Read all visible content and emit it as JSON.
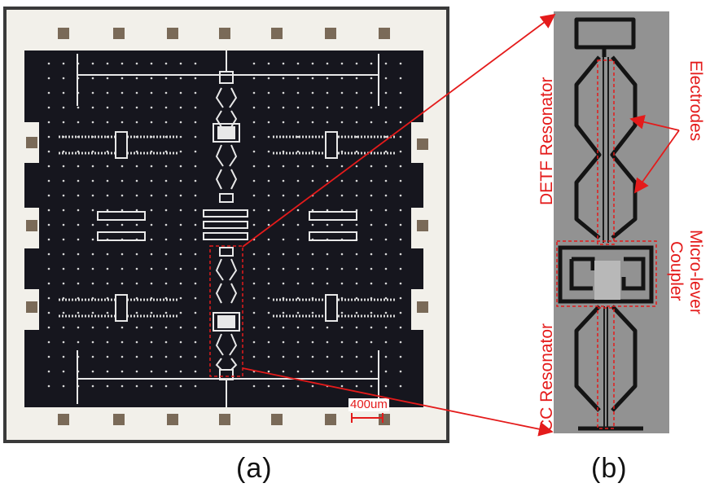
{
  "panel_a": {
    "caption": "(a)",
    "scale_bar_label": "400um"
  },
  "panel_b": {
    "caption": "(b)",
    "labels": {
      "detf": "DETF Resonator",
      "electrodes": "Electrodes",
      "coupler_line1": "Micro-lever",
      "coupler_line2": "Coupler",
      "cc": "CC Resonator"
    }
  },
  "colors": {
    "annotation_red": "#e41b1b",
    "chip_dark": "#16161e",
    "chip_frame": "#f2f0ea",
    "pad_brown": "#7a6a58",
    "sem_gray": "#8c8c8c"
  }
}
